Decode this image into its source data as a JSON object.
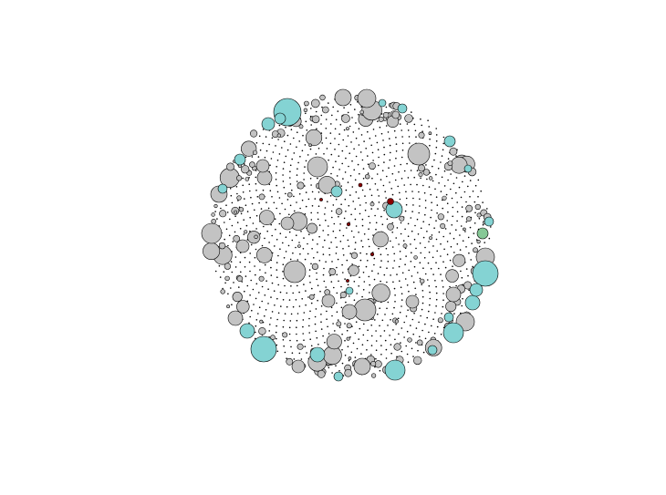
{
  "diagram": {
    "type": "network-graph",
    "layout": "circular-cluster",
    "colors": {
      "grey": "#c3c3c3",
      "cyan": "#84d3d3",
      "red": "#8b0000",
      "green": "#86c896",
      "outline": "#000000",
      "background": "#ffffff"
    },
    "node_groups": [
      {
        "name": "grey-nodes",
        "color": "grey"
      },
      {
        "name": "cyan-nodes",
        "color": "cyan"
      },
      {
        "name": "red-nodes",
        "color": "red"
      },
      {
        "name": "green-nodes",
        "color": "green"
      }
    ]
  }
}
